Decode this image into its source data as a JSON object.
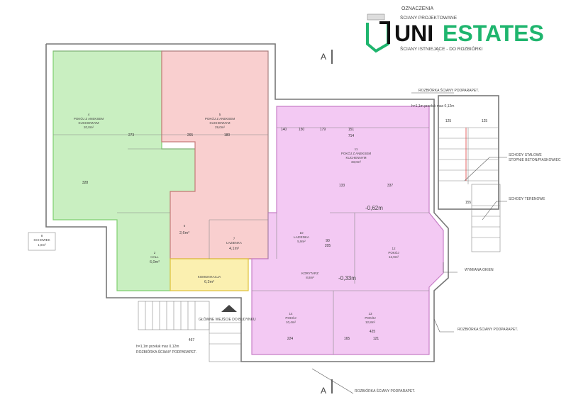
{
  "logo": {
    "part1": "UNI",
    "part2": "ESTATES",
    "color_dark": "#111111",
    "color_accent": "#1fb56e"
  },
  "legend": {
    "title": "OZNACZENIA",
    "item1": "ŚCIANY PROJEKTOWANE",
    "item2": "ŚCIANY ISTNIEJĄCE - DO ROZBIÓRKI"
  },
  "section_marker": "A",
  "rooms": [
    {
      "no": "4",
      "name": "POKÓJ Z ANEKSEM",
      "name2": "KUCHENNYM",
      "area": "20,0m²"
    },
    {
      "no": "5",
      "name": "POKÓJ Z ANEKSEM",
      "name2": "KUCHENNYM",
      "area": "29,0m²"
    },
    {
      "no": "11",
      "name": "POKÓJ Z ANEKSEM",
      "name2": "KUCHENNYM",
      "area": "33,0m²"
    },
    {
      "no": "12",
      "name": "POKÓJ",
      "area": "12,9m²"
    },
    {
      "no": "13",
      "name": "POKÓJ",
      "area": "12,8m²"
    },
    {
      "no": "14",
      "name": "POKÓJ",
      "area": "10,4m²"
    },
    {
      "no": "10",
      "name": "ŁAZIENKA",
      "area": "5,9m²"
    },
    {
      "no": "",
      "name": "KORYTARZ",
      "area": "8,8m²"
    },
    {
      "no": "7",
      "name": "ŁAZIENKA",
      "area": "4,1m²"
    },
    {
      "no": "6",
      "name": "",
      "area": "2,6m²"
    },
    {
      "no": "2",
      "name": "HALL",
      "area": "6,0m²"
    },
    {
      "no": "8",
      "name": "SCHOWEK",
      "area": "1,8m²"
    },
    {
      "no": "",
      "name": "KOMUNIKACJA",
      "area": "6,3m²"
    }
  ],
  "colors": {
    "green": "#c9efc1",
    "red": "#f9cfcf",
    "purple": "#f3c9f3",
    "yellow": "#fbf0b0"
  },
  "levels": {
    "l1": "-0,62m",
    "l2": "-0,33m"
  },
  "annotations": {
    "entrance": "GŁÓWNE WEJŚCIE DO BUDYNKU",
    "demolition": "ROZBIÓRKA ŚCIANY PODPARAPET.",
    "lintel": "h=1,1m przełuk max 0,12m",
    "steel_stairs": "SCHODY STALOWE",
    "steps": "STOPNIE BETON/PIASKOWIEC",
    "terrain_stairs": "SCHODY TERENOWE",
    "windows": "WYMIANA OKIEN"
  },
  "dims": {
    "d714": "714",
    "d150": "150",
    "d179": "179",
    "d151": "151",
    "d140": "140",
    "d337": "337",
    "d133": "133",
    "d273": "273",
    "d265": "265",
    "d180": "180",
    "d328": "328",
    "d224": "224",
    "d425": "425",
    "d165": "165",
    "d121": "121",
    "d467": "467",
    "d155": "155",
    "d125": "125",
    "d90": "90",
    "d205": "205"
  }
}
